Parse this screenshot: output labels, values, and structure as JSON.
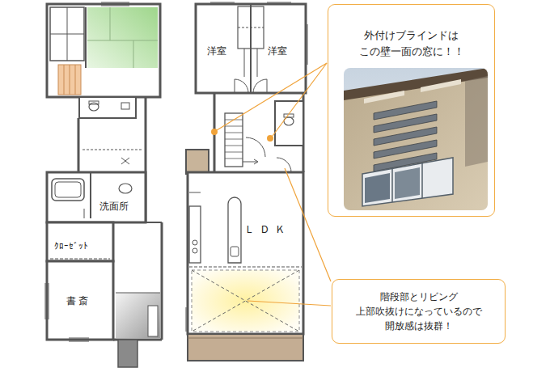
{
  "diagram": {
    "nodes": [
      {
        "text": [
          "外付けブラインドは この壁一面の窓に！！"
        ]
      },
      {
        "text": [
          "階段部とリビング 上部吹抜けになっているので 開放感は抜群！"
        ]
      }
    ],
    "labels": [
      "洋室",
      "洋室",
      "ＬＤＫ",
      "洗面所",
      "ｸﾛｰｾﾞｯﾄ",
      "書斎"
    ]
  }
}
